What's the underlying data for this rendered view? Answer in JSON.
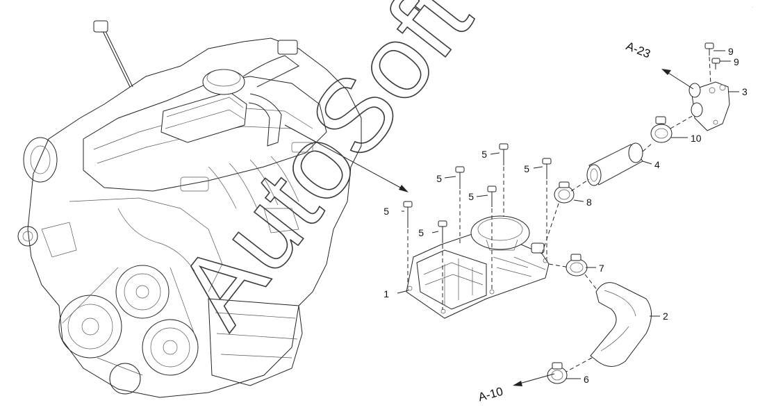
{
  "callouts": [
    "1",
    "2",
    "3",
    "4",
    "5",
    "6",
    "7",
    "8",
    "9",
    "10"
  ],
  "refs": {
    "a23": "A-23",
    "a10": "A-10"
  },
  "watermark": "AutoSoft"
}
